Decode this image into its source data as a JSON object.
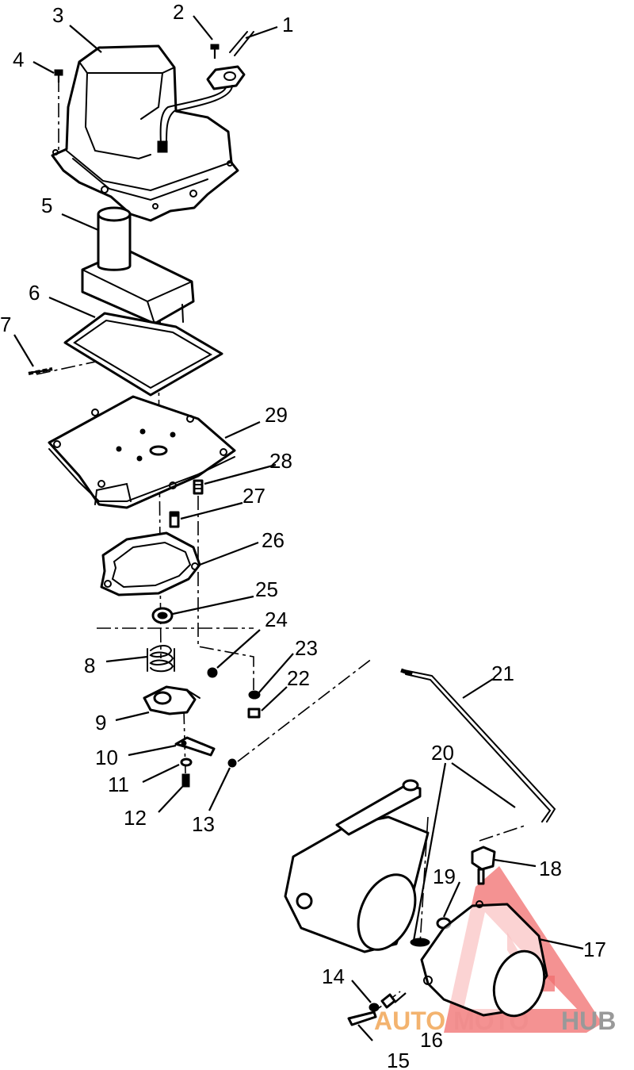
{
  "diagram": {
    "callouts": [
      "1",
      "2",
      "3",
      "4",
      "5",
      "6",
      "7",
      "8",
      "9",
      "10",
      "11",
      "12",
      "13",
      "14",
      "15",
      "16",
      "17",
      "18",
      "19",
      "20",
      "21",
      "22",
      "23",
      "24",
      "25",
      "26",
      "27",
      "28",
      "29"
    ]
  },
  "watermark": {
    "text_a": "AUTO",
    "text_b": "MOTO",
    "text_c": "HUB",
    "color_a": "#f3b36f",
    "color_b": "#f08d8d",
    "color_c": "#999999",
    "triangle_color": "#f06d6d"
  }
}
